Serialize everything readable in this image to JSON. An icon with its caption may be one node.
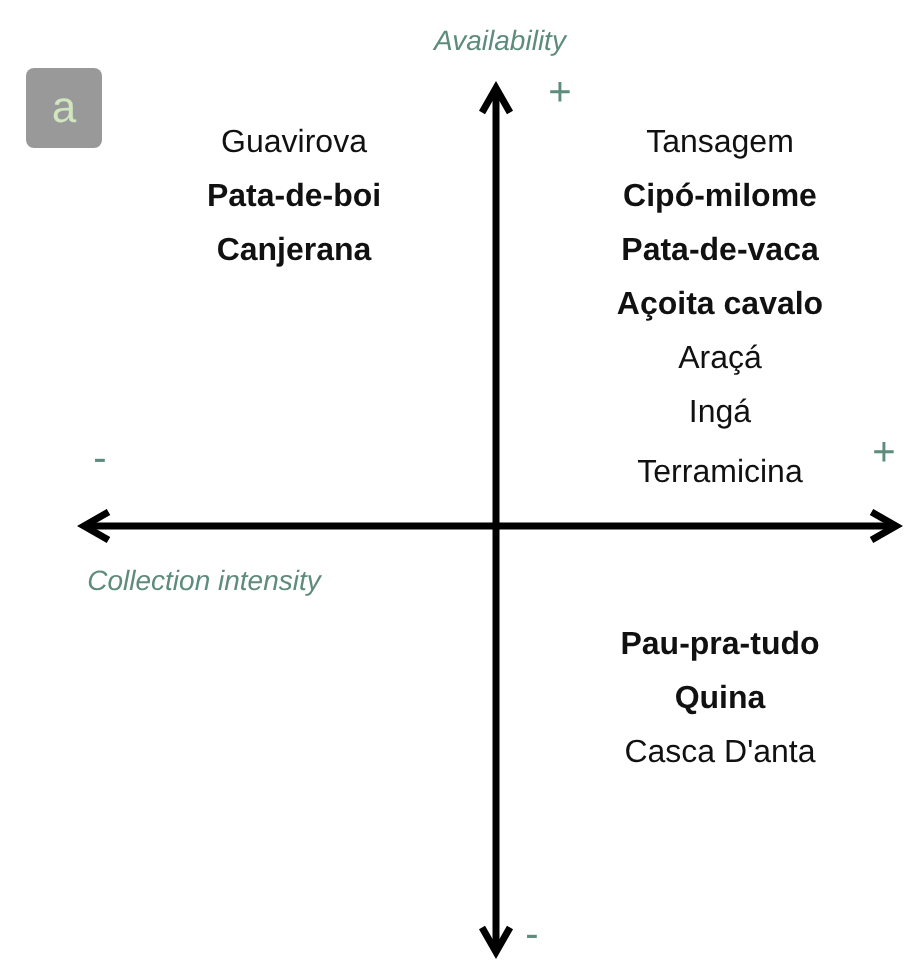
{
  "diagram": {
    "labels": [
      "Availability",
      "a",
      "+",
      "Guavirova",
      "Tansagem",
      "Pata-de-boi",
      "Cipó-milome",
      "Canjerana",
      "Pata-de-vaca",
      "Açoita cavalo",
      "Araçá",
      "Ingá",
      "-",
      "Terramicina",
      "+",
      "Collection intensity",
      "Pau-pra-tudo",
      "Quina",
      "Casca D'anta",
      "-"
    ]
  }
}
